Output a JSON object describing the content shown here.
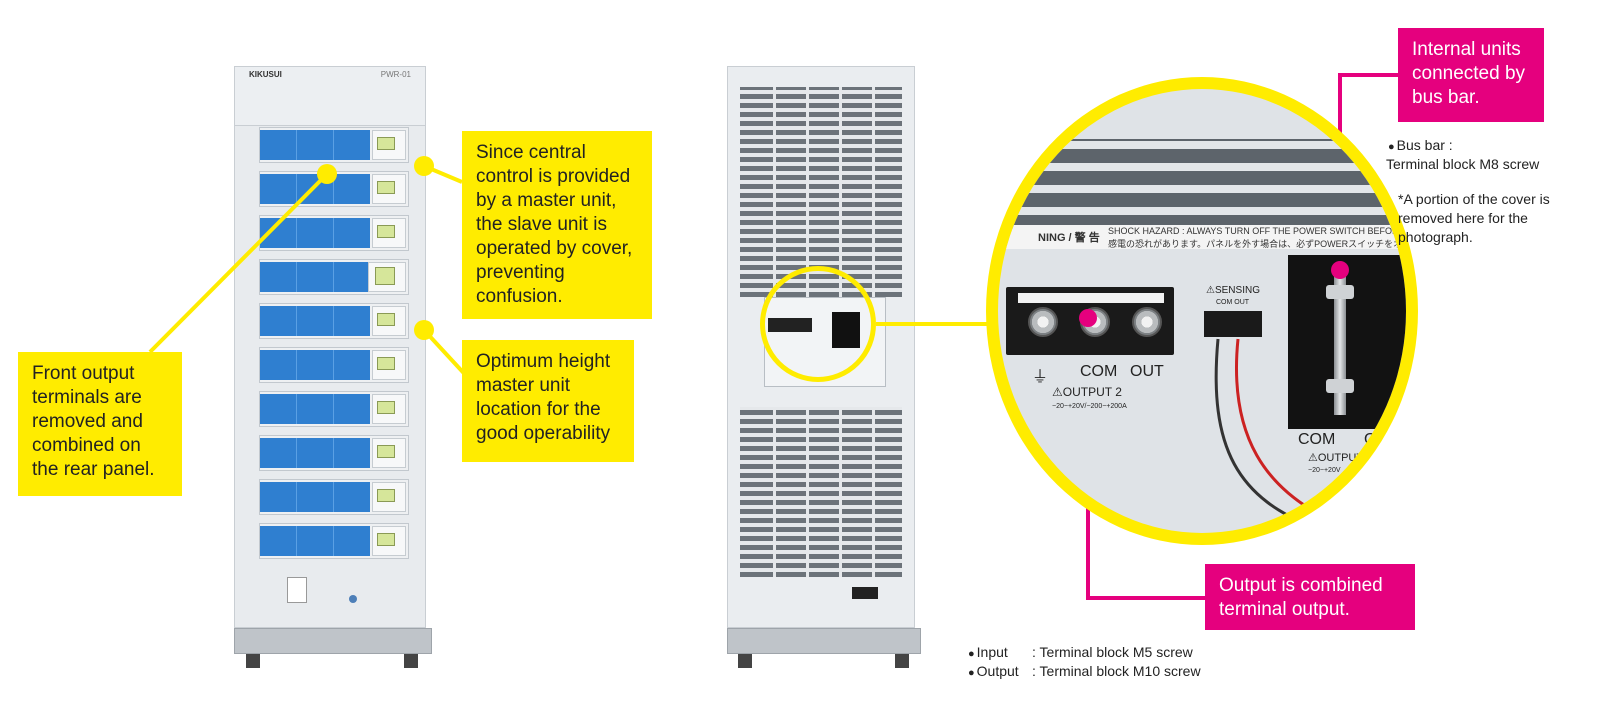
{
  "front_rack": {
    "brand": "KIKUSUI",
    "model": "PWR-01"
  },
  "callouts": {
    "central_control": "Since central control is provided by a master unit, the slave unit is operated by cover, preventing confusion.",
    "optimum_height": "Optimum height master unit location for the good operability",
    "front_terminals": "Front output terminals are removed and combined on the rear panel.",
    "bus_bar": "Internal units connected by bus bar.",
    "combined_output": "Output is combined terminal output."
  },
  "notes": {
    "bus_bar_label": "Bus bar :",
    "bus_bar_screw": "Terminal block M8 screw",
    "cover_removed": "*A portion of the cover is removed here for the photograph.",
    "input_label": "Input",
    "input_value": ": Terminal block M5 screw",
    "output_label": "Output",
    "output_value": ": Terminal block M10 screw"
  },
  "magnified": {
    "warning_left": "NING / 警 告",
    "warning_text": "SHOCK HAZARD : ALWAYS TURN OFF THE POWER SWITCH BEFORE R",
    "warning_jp": "感電の恐れがあります。パネルを外す場合は、必ずPOWERスイッチをオフに",
    "sensing": "⚠SENSING",
    "com_out_small": "COM OUT",
    "ground": "⏚",
    "com": "COM",
    "out": "OUT",
    "output2": "⚠OUTPUT 2",
    "rating": "−20−+20V/−200−+200A",
    "com_right": "COM",
    "out_right": "OUT",
    "output_right": "⚠OUTPUT",
    "rating_right": "−20−+20V"
  },
  "colors": {
    "yellow": "#ffec00",
    "magenta": "#e5007e",
    "blue_panel": "#2f7fd0"
  }
}
